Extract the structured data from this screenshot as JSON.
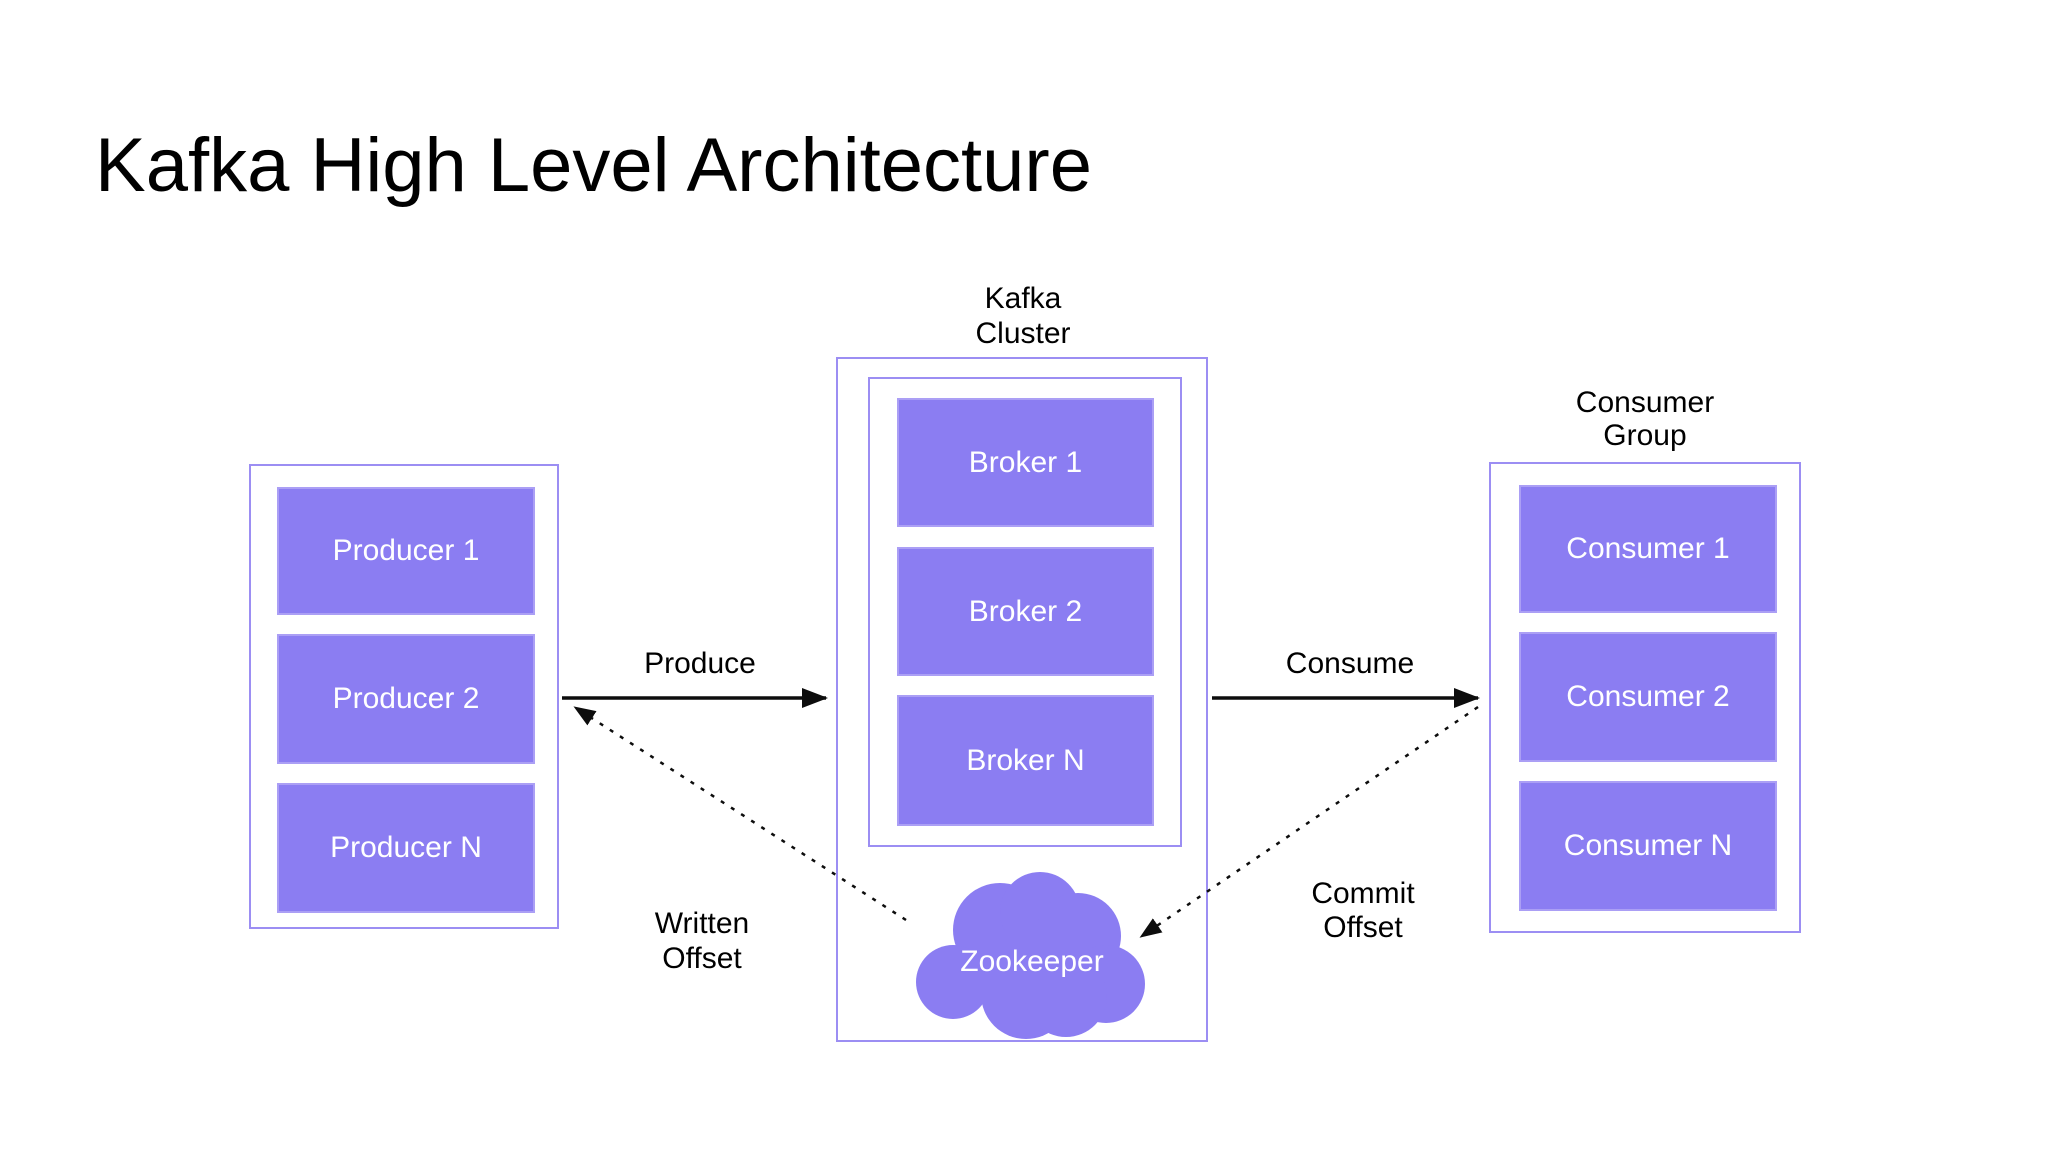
{
  "title": "Kafka High Level Architecture",
  "producers": {
    "nodes": [
      {
        "label": "Producer 1"
      },
      {
        "label": "Producer 2"
      },
      {
        "label": "Producer N"
      }
    ]
  },
  "kafka": {
    "label": {
      "line1": "Kafka",
      "line2": "Cluster"
    },
    "brokers": [
      {
        "label": "Broker 1"
      },
      {
        "label": "Broker 2"
      },
      {
        "label": "Broker N"
      }
    ],
    "zookeeper": {
      "label": "Zookeeper"
    }
  },
  "consumers": {
    "label": {
      "line1": "Consumer",
      "line2": "Group"
    },
    "nodes": [
      {
        "label": "Consumer 1"
      },
      {
        "label": "Consumer 2"
      },
      {
        "label": "Consumer N"
      }
    ]
  },
  "edges": {
    "produce": {
      "label": "Produce"
    },
    "consume": {
      "label": "Consume"
    },
    "written_offset": {
      "label": {
        "line1": "Written",
        "line2": "Offset"
      }
    },
    "commit_offset": {
      "label": {
        "line1": "Commit",
        "line2": "Offset"
      }
    }
  },
  "colors": {
    "node_fill": "#8b7df2",
    "node_border": "#ab9ff5",
    "container_border": "#9c8ef3",
    "arrow": "#0d0d0d",
    "node_text": "#ffffff",
    "label_text": "#000000",
    "background": "#ffffff"
  }
}
